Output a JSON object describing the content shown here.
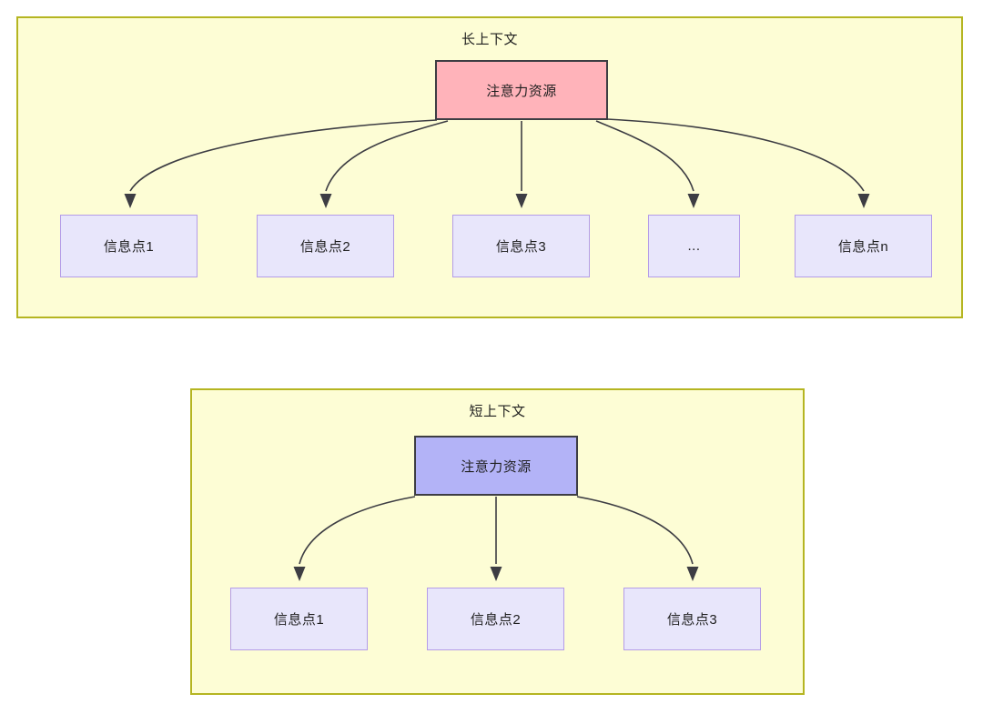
{
  "diagram": {
    "title_hidden": "",
    "groups": [
      {
        "id": "long",
        "title": "长上下文",
        "fill": "#fdfdd5",
        "border": "#b5b521",
        "root": {
          "label": "注意力资源",
          "fill": "#ffb3ba",
          "border": "#3d3d43"
        },
        "children": [
          {
            "label": "信息点1"
          },
          {
            "label": "信息点2"
          },
          {
            "label": "信息点3"
          },
          {
            "label": "..."
          },
          {
            "label": "信息点n"
          }
        ]
      },
      {
        "id": "short",
        "title": "短上下文",
        "fill": "#fdfdd5",
        "border": "#b5b521",
        "root": {
          "label": "注意力资源",
          "fill": "#b3b3f7",
          "border": "#3d3d43"
        },
        "children": [
          {
            "label": "信息点1"
          },
          {
            "label": "信息点2"
          },
          {
            "label": "信息点3"
          }
        ]
      }
    ],
    "colors": {
      "info_node_fill": "#e8e6fb",
      "info_node_border": "#b49ce8",
      "edge": "#3d3d43",
      "text": "#1f1f1f"
    }
  }
}
